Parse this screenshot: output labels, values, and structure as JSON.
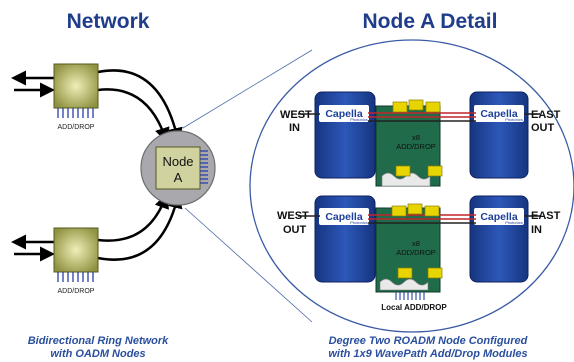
{
  "titles": {
    "left": "Network",
    "right": "Node A Detail"
  },
  "captions": {
    "left_line1": "Bidirectional Ring Network",
    "left_line2": "with OADM Nodes",
    "right_line1": "Degree Two ROADM Node Configured",
    "right_line2": "with 1x9 WavePath Add/Drop Modules"
  },
  "network": {
    "top_node_label": "ADD/DROP",
    "bottom_node_label": "ADD/DROP",
    "node_a_line1": "Node",
    "node_a_line2": "A"
  },
  "detail": {
    "top": {
      "west_1": "WEST",
      "west_2": "IN",
      "east_1": "EAST",
      "east_2": "OUT",
      "mod_1": "x8",
      "mod_2": "ADD/DROP"
    },
    "bottom": {
      "west_1": "WEST",
      "west_2": "OUT",
      "east_1": "EAST",
      "east_2": "IN",
      "mod_1": "x8",
      "mod_2": "ADD/DROP"
    },
    "local_label": "Local ADD/DROP",
    "logo_text": "Capella",
    "logo_sub": "Photonics"
  },
  "colors": {
    "title": "#1f3d8a",
    "caption": "#2a4f9e",
    "module_blue": "#1b3f93",
    "board_green": "#1f6b4a",
    "chip_yellow": "#e8d400",
    "node_a_fill": "#a9a9ad",
    "oadm_box": "#c9cc7a",
    "fiber_red": "#c0262c"
  }
}
